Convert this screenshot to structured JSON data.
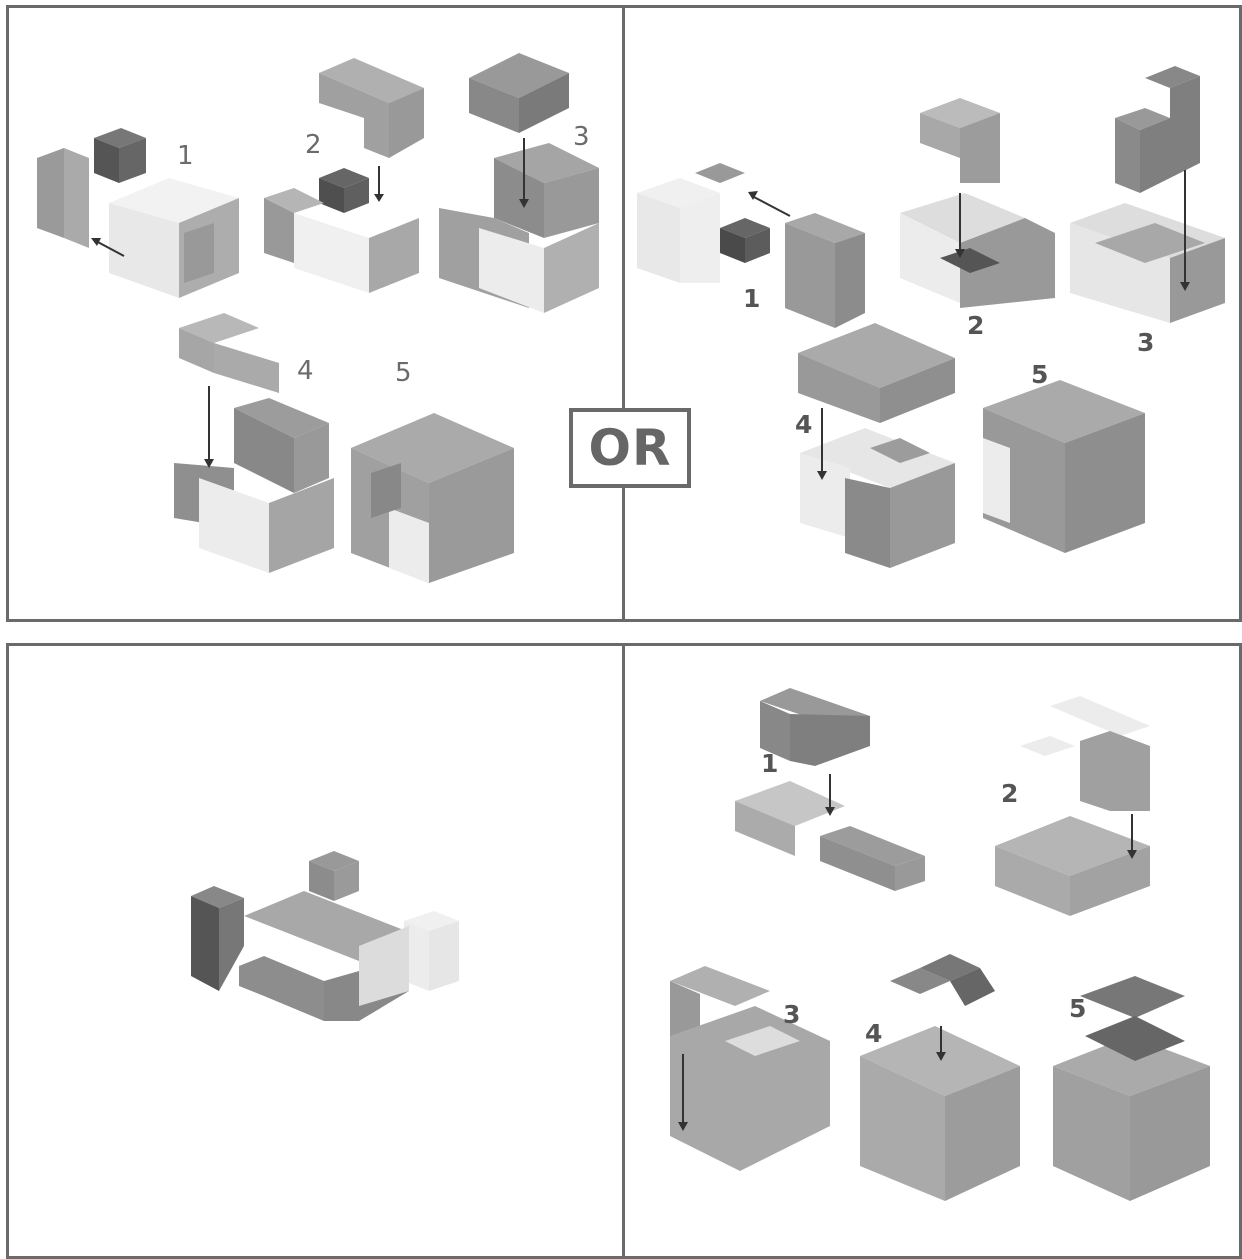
{
  "or_label": "OR",
  "panels": {
    "top_left": {
      "steps": [
        "1",
        "2",
        "3",
        "4",
        "5"
      ]
    },
    "top_right": {
      "steps": [
        "1",
        "2",
        "3",
        "4",
        "5"
      ]
    },
    "bottom_left": {
      "steps": []
    },
    "bottom_right": {
      "steps": [
        "1",
        "2",
        "3",
        "4",
        "5"
      ]
    }
  },
  "colors": {
    "border": "#6a6a6a",
    "light": "#e6e6e6",
    "mid": "#b4b4b4",
    "dark": "#8a8a8a",
    "darker": "#555555"
  }
}
